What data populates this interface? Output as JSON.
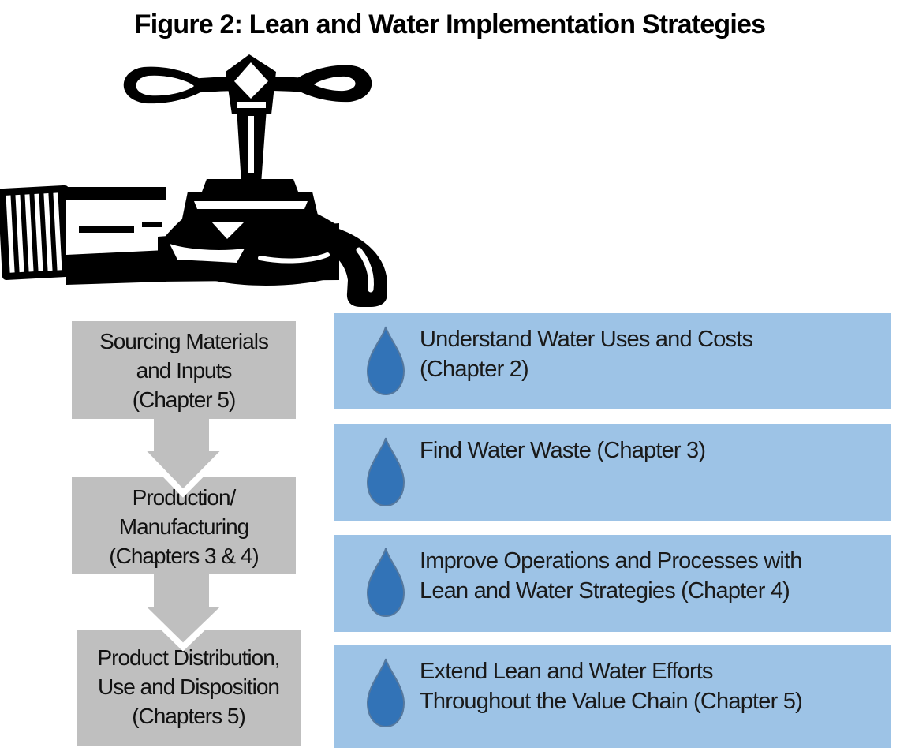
{
  "title": "Figure 2: Lean and Water Implementation Strategies",
  "colors": {
    "flow_box_gray": "#BFBFBF",
    "strategy_blue_bg": "#9DC3E6",
    "water_drop_blue": "#3273B7",
    "text_dark": "#1A1A1A",
    "faucet_black": "#000000"
  },
  "icons": {
    "faucet": "faucet-illustration",
    "drop": "water-drop-icon",
    "arrow": "down-arrow-icon"
  },
  "flow_steps": [
    {
      "lines": [
        "Sourcing Materials",
        "and Inputs",
        "(Chapter 5)"
      ]
    },
    {
      "lines": [
        "Production/",
        "Manufacturing",
        "(Chapters 3 & 4)"
      ]
    },
    {
      "lines": [
        "Product Distribution,",
        "Use and Disposition",
        "(Chapters 5)"
      ]
    }
  ],
  "strategies": [
    {
      "lines": [
        "Understand Water Uses and Costs",
        "(Chapter 2)"
      ]
    },
    {
      "lines": [
        "Find Water Waste (Chapter 3)"
      ]
    },
    {
      "lines": [
        "Improve Operations and Processes with",
        "Lean and Water Strategies (Chapter 4)"
      ]
    },
    {
      "lines": [
        "Extend Lean and Water Efforts",
        "Throughout the Value Chain (Chapter 5)"
      ]
    }
  ]
}
